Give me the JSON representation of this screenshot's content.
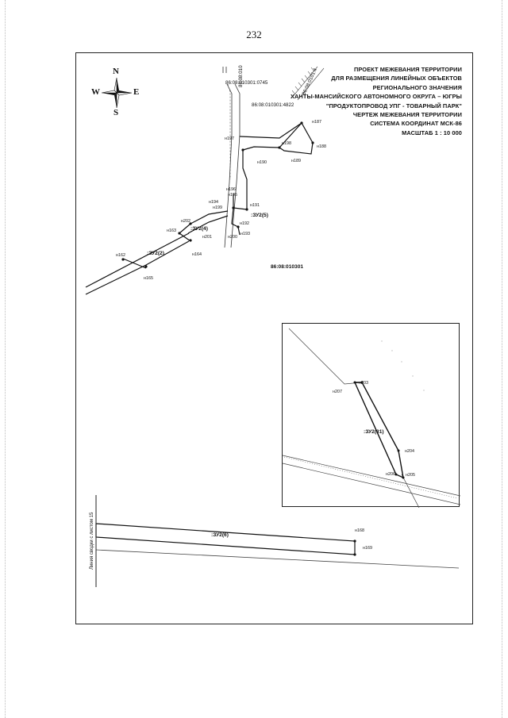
{
  "page": {
    "number": "232"
  },
  "compass": {
    "n": "N",
    "s": "S",
    "w": "W",
    "e": "E"
  },
  "title_lines": [
    "ПРОЕКТ МЕЖЕВАНИЯ ТЕРРИТОРИИ",
    "ДЛЯ РАЗМЕЩЕНИЯ ЛИНЕЙНЫХ ОБЪЕКТОВ",
    "РЕГИОНАЛЬНОГО ЗНАЧЕНИЯ",
    "ХАНТЫ-МАНСИЙСКОГО АВТОНОМНОГО ОКРУГА – ЮГРЫ",
    "\"ПРОДУКТОПРОВОД УПГ - ТОВАРНЫЙ ПАРК\"",
    "ЧЕРТЕЖ МЕЖЕВАНИЯ ТЕРРИТОРИИ",
    "СИСТЕМА КООРДИНАТ МСК-86",
    "МАСШТАБ 1 : 10 000"
  ],
  "cadastral": {
    "c0745": "86:08:010301:0745",
    "c4822": "86:08:010301:4822",
    "quarter": "86:08:010301",
    "vertical": "86:08:010",
    "diag": "86:08:0101:4"
  },
  "zones": {
    "zu2_2": ":ЗУ2(2)",
    "zu2_4": ":ЗУ2(4)",
    "zu2_5": ":ЗУ2(5)",
    "zu2_31": ":ЗУ2(31)",
    "zu2_6": ":ЗУ2(6)"
  },
  "points": {
    "p162": "н162",
    "p163": "н163",
    "p164": "н164",
    "p165": "н165",
    "p187": "н187",
    "p188": "н188",
    "p189": "н189",
    "p190": "н190",
    "p191": "н191",
    "p192": "н192",
    "p193": "н193",
    "p194": "н194",
    "p195": "н195",
    "p196": "н196",
    "p197": "н197",
    "p198": "н198",
    "p199": "н199",
    "p200": "н200",
    "p201": "н201",
    "p202": "н202",
    "p203": "н203",
    "p204": "н204",
    "p205": "н205",
    "p206": "н206",
    "p207": "н207",
    "p168": "н168",
    "p169": "н169"
  },
  "side_label": "Линия сводки с листом 15"
}
